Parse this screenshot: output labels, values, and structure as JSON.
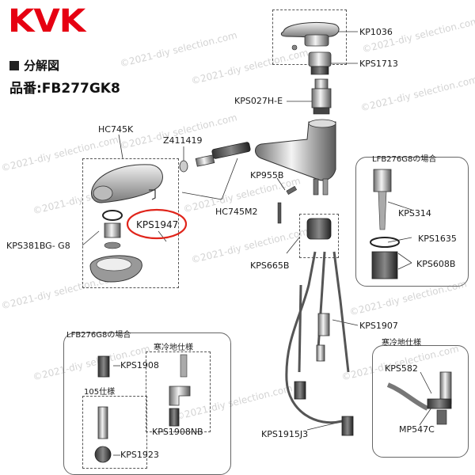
{
  "brand": {
    "logo": "KVK",
    "color": "#e60012"
  },
  "header": {
    "section": "分解図",
    "product_number": "品番:FB277GK8"
  },
  "watermark": "©2021-diy selection.com",
  "labels": {
    "kp1036": "KP1036",
    "kps1713": "KPS1713",
    "kps027he": "KPS027H-E",
    "hc745k": "HC745K",
    "z411419": "Z411419",
    "kp955b": "KP955B",
    "kps1947": "KPS1947",
    "hc745m2": "HC745M2",
    "kps381bg": "KPS381BG- G8",
    "kps665b": "KPS665B",
    "kps1907": "KPS1907",
    "kps1915j3": "KPS1915J3",
    "lfb_right": "LFB276G8の場合",
    "kps314": "KPS314",
    "kps1635": "KPS1635",
    "kps608b": "KPS608B",
    "lfb_left": "LFB276G8の場合",
    "kps1908": "KPS1908",
    "cold_left": "寒冷地仕様",
    "kps1908nb": "KPS1908NB",
    "spec105": "105仕様",
    "kps1923": "KPS1923",
    "cold_right": "寒冷地仕様",
    "kps582": "KPS582",
    "mp547c": "MP547C"
  },
  "highlight": {
    "label": "KPS1947",
    "color": "#e0251b"
  }
}
